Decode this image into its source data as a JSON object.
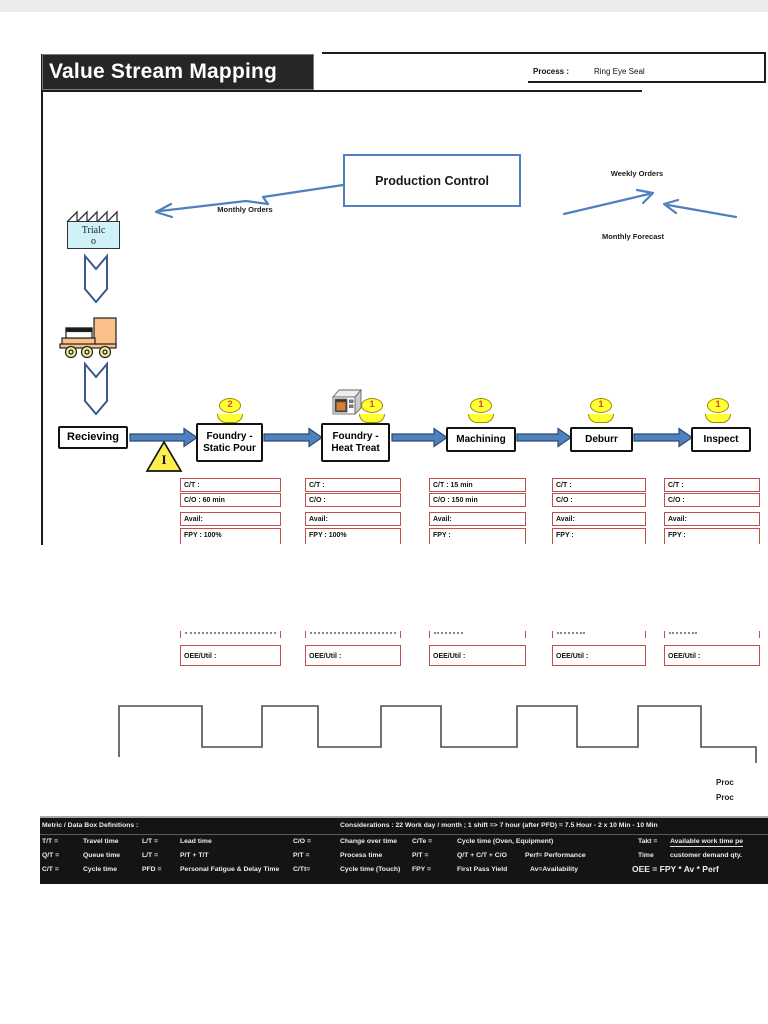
{
  "colors": {
    "accent_blue": "#4f81bd",
    "arrow_dark_blue": "#2c4a74",
    "data_box_red": "#c0504d",
    "operator_yellow": "#ffff33",
    "bar_bg": "#141414",
    "supplier_cyan": "#cff2f8",
    "truck_tan": "#f9c189"
  },
  "header": {
    "title": "Value Stream Mapping",
    "process_label": "Process :",
    "process_value": "Ring Eye Seal"
  },
  "information_flow": {
    "production_control": "Production Control",
    "monthly_orders": "Monthly Orders",
    "weekly_orders": "Weekly Orders",
    "monthly_forecast": "Monthly Forecast"
  },
  "supplier": {
    "name_line1": "Trialc",
    "name_line2": "o"
  },
  "material_flow": {
    "receiving": "Recieving",
    "inventory_symbol": "I"
  },
  "processes": [
    {
      "name_line1": "Foundry -",
      "name_line2": "Static Pour",
      "operators": "2"
    },
    {
      "name_line1": "Foundry -",
      "name_line2": "Heat Treat",
      "operators": "1"
    },
    {
      "name_line1": "Machining",
      "name_line2": "",
      "operators": "1"
    },
    {
      "name_line1": "Deburr",
      "name_line2": "",
      "operators": "1"
    },
    {
      "name_line1": "Inspect",
      "name_line2": "",
      "operators": "1"
    }
  ],
  "data_boxes": [
    {
      "ct": "C/T :",
      "co": "C/O : 60 min",
      "avail": "Avail:",
      "fpy": "FPY : 100%",
      "oee": "OEE/Util :"
    },
    {
      "ct": "C/T :",
      "co": "C/O :",
      "avail": "Avail:",
      "fpy": "FPY : 100%",
      "oee": "OEE/Util :"
    },
    {
      "ct": "C/T : 15 min",
      "co": "C/O : 150 min",
      "avail": "Avail:",
      "fpy": "FPY :",
      "oee": "OEE/Util :"
    },
    {
      "ct": "C/T :",
      "co": "C/O :",
      "avail": "Avail:",
      "fpy": "FPY :",
      "oee": "OEE/Util :"
    },
    {
      "ct": "C/T :",
      "co": "C/O :",
      "avail": "Avail:",
      "fpy": "FPY :",
      "oee": "OEE/Util :"
    }
  ],
  "clipped_right_labels": {
    "line1": "Proc",
    "line2": "Proc"
  },
  "definitions_bar": {
    "title": "Metric / Data Box Definitions :",
    "considerations": "Considerations : 22 Work day / month ; 1 shift => 7 hour (after PFD) = 7.5 Hour - 2 x 10 Min - 10 Min",
    "r1c1": "T/T =",
    "r1c2": "Travel time",
    "r1c3": "L/T =",
    "r1c4": "Lead time",
    "r1c5": "C/O =",
    "r1c6": "Change over time",
    "r1c7": "C/Te =",
    "r1c8": "Cycle time (Oven, Equipment)",
    "r1c9": "Takt =",
    "r1c10": "Available work time pe",
    "r2c1": "Q/T =",
    "r2c2": "Queue time",
    "r2c3": "L/T =",
    "r2c4": "P/T + T/T",
    "r2c5": "P/T =",
    "r2c6": "Process time",
    "r2c7": "P/T =",
    "r2c8": "Q/T + C/T + C/O",
    "r2c9": "Perf= Performance",
    "r2c10": "Time",
    "r2c11": "customer demand qty.",
    "r3c1": "C/T =",
    "r3c2": "Cycle time",
    "r3c3": "PFD =",
    "r3c4": "Personal Fatigue & Delay Time",
    "r3c5": "C/Tt=",
    "r3c6": "Cycle time (Touch)",
    "r3c7": "FPY =",
    "r3c8": "First Pass Yield",
    "r3c9": "Av=Availability",
    "r3c10": "OEE = FPY * Av * Perf"
  }
}
